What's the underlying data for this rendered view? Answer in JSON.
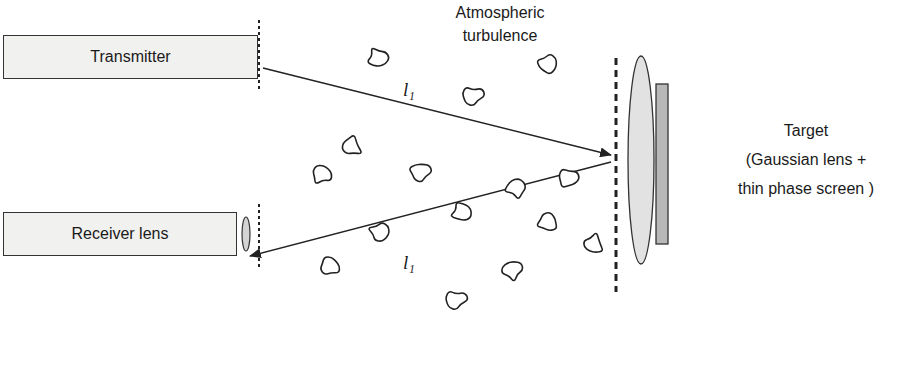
{
  "diagram": {
    "nodes": [
      {
        "text": [
          "Transmitter"
        ]
      },
      {
        "text": [
          "Receiver lens"
        ]
      }
    ],
    "labels": [
      "Atmospheric",
      "turbulence",
      "l₁",
      "l₁",
      "Target",
      "(Gaussian lens +",
      "thin phase screen )"
    ]
  }
}
